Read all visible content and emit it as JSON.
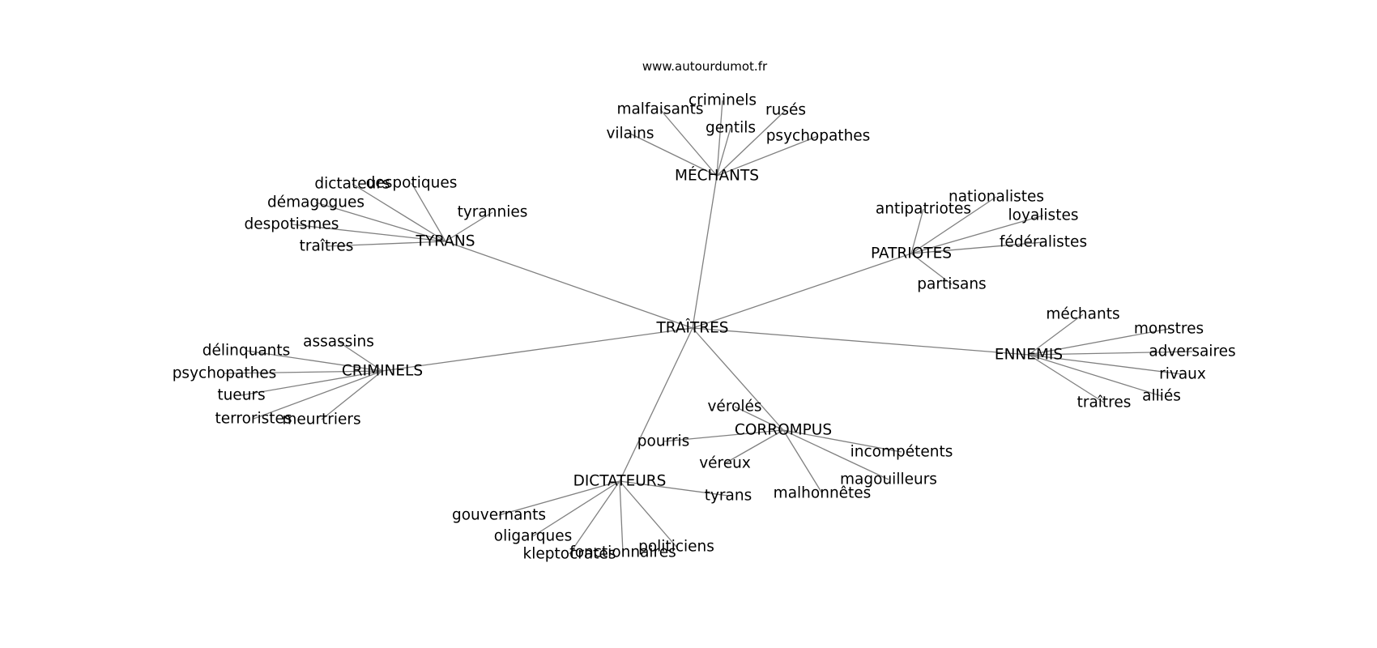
{
  "watermark": "www.autourdumot.fr",
  "center": "TRAÎTRES",
  "hubs": [
    {
      "id": "mechants",
      "label": "MÉCHANTS",
      "leaves": [
        "malfaisants",
        "criminels",
        "rusés",
        "vilains",
        "gentils",
        "psychopathes"
      ]
    },
    {
      "id": "tyrans",
      "label": "TYRANS",
      "leaves": [
        "dictateurs",
        "despotiques",
        "démagogues",
        "tyrannies",
        "despotismes",
        "traîtres"
      ]
    },
    {
      "id": "patriotes",
      "label": "PATRIOTES",
      "leaves": [
        "nationalistes",
        "antipatriotes",
        "loyalistes",
        "fédéralistes",
        "partisans"
      ]
    },
    {
      "id": "ennemis",
      "label": "ENNEMIS",
      "leaves": [
        "méchants",
        "monstres",
        "adversaires",
        "rivaux",
        "alliés",
        "traîtres"
      ]
    },
    {
      "id": "criminels",
      "label": "CRIMINELS",
      "leaves": [
        "assassins",
        "délinquants",
        "psychopathes",
        "tueurs",
        "terroristes",
        "meurtriers"
      ]
    },
    {
      "id": "corrompus",
      "label": "CORROMPUS",
      "leaves": [
        "vérolés",
        "pourris",
        "véreux",
        "incompétents",
        "magouilleurs",
        "malhonnêtes"
      ]
    },
    {
      "id": "dictateurs",
      "label": "DICTATEURS",
      "leaves": [
        "tyrans",
        "gouvernants",
        "oligarques",
        "kleptocrates",
        "fonctionnaires",
        "politiciens"
      ]
    }
  ]
}
